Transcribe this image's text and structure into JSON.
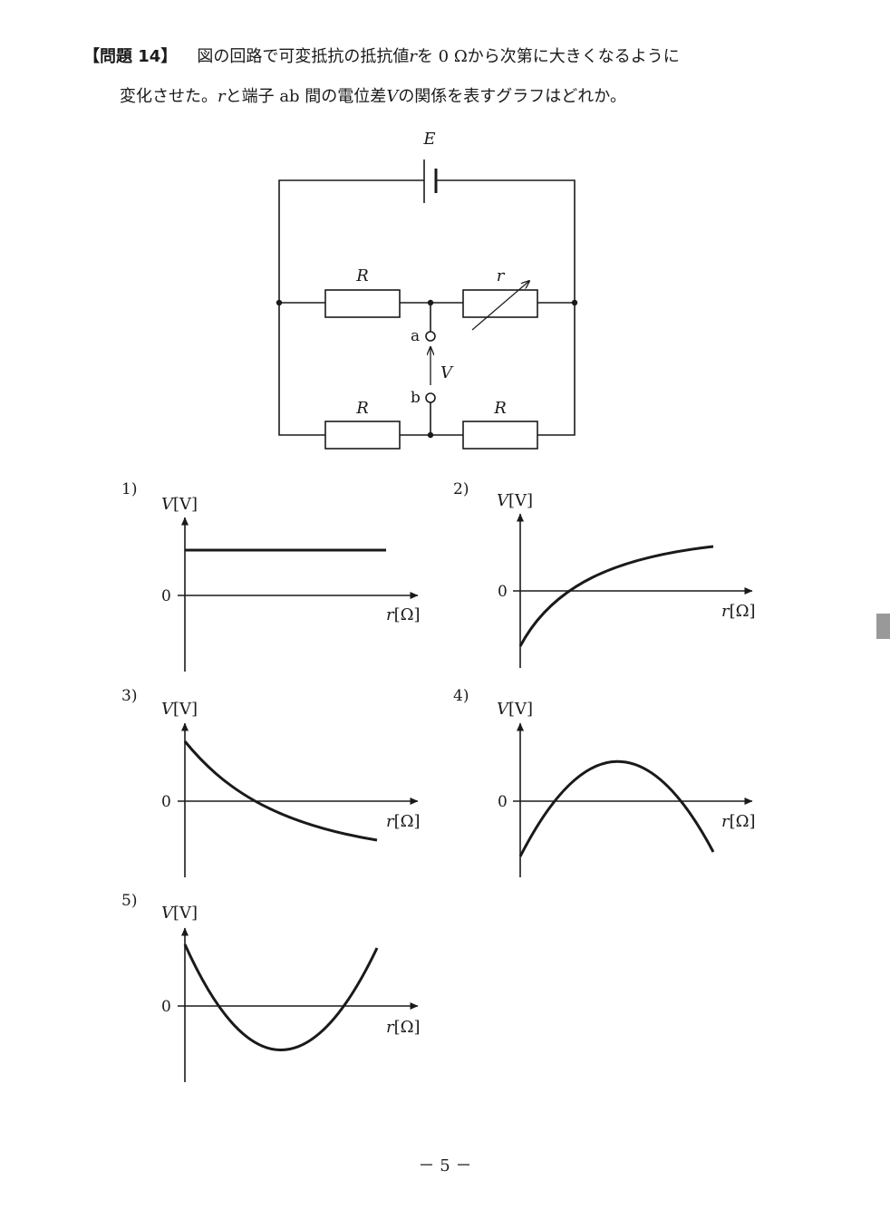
{
  "question": {
    "label": "【問題 14】",
    "line1_a": "図の回路で可変抵抗の抵抗値",
    "var_r": "r",
    "line1_b": "を 0 Ωから次第に大きくなるように",
    "line2_a": "変化させた。",
    "line2_b": "と端子 ab 間の電位差",
    "var_V": "V",
    "line2_c": "の関係を表すグラフはどれか。"
  },
  "circuit": {
    "source_label": "E",
    "top_left_resistor": "R",
    "variable_resistor": "r",
    "bottom_left_resistor": "R",
    "bottom_right_resistor": "R",
    "terminal_a": "a",
    "terminal_b": "b",
    "voltage_label": "V"
  },
  "options": [
    {
      "number": "1)",
      "y_label_var": "V",
      "y_label_unit": "[V]",
      "origin": "0",
      "x_label_var": "r",
      "x_label_unit": "[Ω]",
      "curve": "horizontal-positive"
    },
    {
      "number": "2)",
      "y_label_var": "V",
      "y_label_unit": "[V]",
      "origin": "0",
      "x_label_var": "r",
      "x_label_unit": "[Ω]",
      "curve": "increasing-from-negative"
    },
    {
      "number": "3)",
      "y_label_var": "V",
      "y_label_unit": "[V]",
      "origin": "0",
      "x_label_var": "r",
      "x_label_unit": "[Ω]",
      "curve": "decreasing-from-positive"
    },
    {
      "number": "4)",
      "y_label_var": "V",
      "y_label_unit": "[V]",
      "origin": "0",
      "x_label_var": "r",
      "x_label_unit": "[Ω]",
      "curve": "arch-downward"
    },
    {
      "number": "5)",
      "y_label_var": "V",
      "y_label_unit": "[V]",
      "origin": "0",
      "x_label_var": "r",
      "x_label_unit": "[Ω]",
      "curve": "valley-upward"
    }
  ],
  "footer": {
    "page_number": "－ 5 －"
  },
  "colors": {
    "ink": "#1a1a1a",
    "tab": "#999999"
  }
}
